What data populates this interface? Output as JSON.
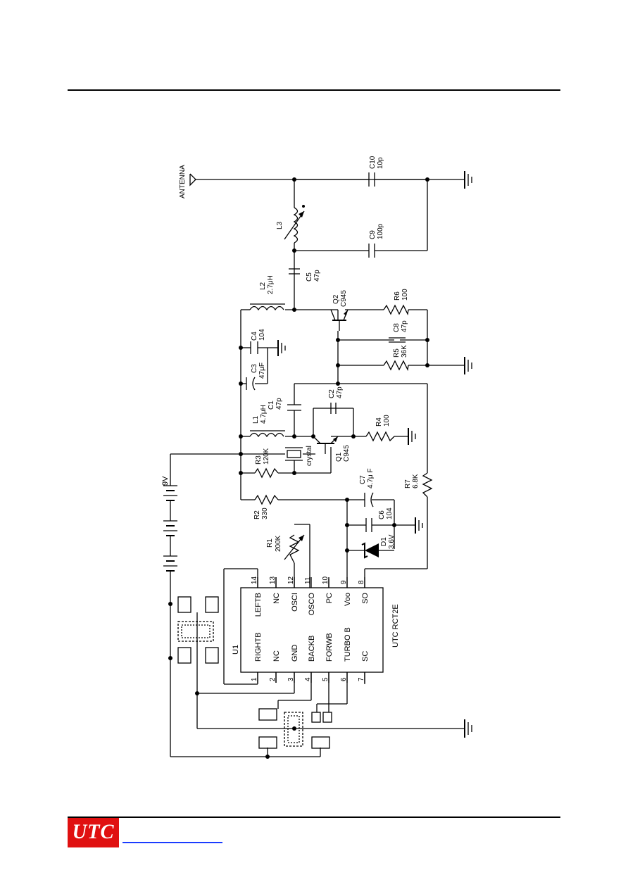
{
  "logo_text": "UTC",
  "colors": {
    "logo_background": "#e01010",
    "logo_text": "#ffffff",
    "link_underline": "#1a3cff",
    "ink": "#000000"
  },
  "schematic": {
    "antenna_label": "ANTENNA",
    "battery_label": "9V",
    "ic": {
      "ref": "U1",
      "part": "UTC RCT2E",
      "pins": [
        {
          "num": "1",
          "name": "RIGHTB"
        },
        {
          "num": "2",
          "name": "NC"
        },
        {
          "num": "3",
          "name": "GND"
        },
        {
          "num": "4",
          "name": "BACKB"
        },
        {
          "num": "5",
          "name": "FORWB"
        },
        {
          "num": "6",
          "name": "TURBO B"
        },
        {
          "num": "7",
          "name": "SC"
        },
        {
          "num": "8",
          "name": "SO"
        },
        {
          "num": "9",
          "name": "Voo"
        },
        {
          "num": "10",
          "name": "PC"
        },
        {
          "num": "11",
          "name": "OSCO"
        },
        {
          "num": "12",
          "name": "OSCI"
        },
        {
          "num": "13",
          "name": "NC"
        },
        {
          "num": "14",
          "name": "LEFTB"
        }
      ]
    },
    "components": {
      "C10": {
        "ref": "C10",
        "value": "10p"
      },
      "C9": {
        "ref": "C9",
        "value": "100p"
      },
      "L3": {
        "ref": "L3"
      },
      "C5": {
        "ref": "C5",
        "value": "47p"
      },
      "L2": {
        "ref": "L2",
        "value": "2.7μH"
      },
      "Q2": {
        "ref": "Q2",
        "value": "C945"
      },
      "R6": {
        "ref": "R6",
        "value": "100"
      },
      "C8": {
        "ref": "C8",
        "value": "47p"
      },
      "R5": {
        "ref": "R5",
        "value": "36K"
      },
      "C4": {
        "ref": "C4",
        "value": "104"
      },
      "C3": {
        "ref": "C3",
        "value": "47μF"
      },
      "L1": {
        "ref": "L1",
        "value": "4.7μH"
      },
      "C1": {
        "ref": "C1",
        "value": "47p"
      },
      "C2": {
        "ref": "C2",
        "value": "47p"
      },
      "R4": {
        "ref": "R4",
        "value": "100"
      },
      "R3": {
        "ref": "R3",
        "value": "120K"
      },
      "crystal": {
        "ref": "crystal"
      },
      "Q1": {
        "ref": "Q1",
        "value": "C945"
      },
      "C7": {
        "ref": "C7",
        "value": "4.7μ F"
      },
      "R7": {
        "ref": "R7",
        "value": "6.8K"
      },
      "R2": {
        "ref": "R2",
        "value": "330"
      },
      "C6": {
        "ref": "C6",
        "value": "104"
      },
      "R1": {
        "ref": "R1",
        "value": "200K"
      },
      "D1": {
        "ref": "D1",
        "value": "3.6V"
      }
    }
  }
}
